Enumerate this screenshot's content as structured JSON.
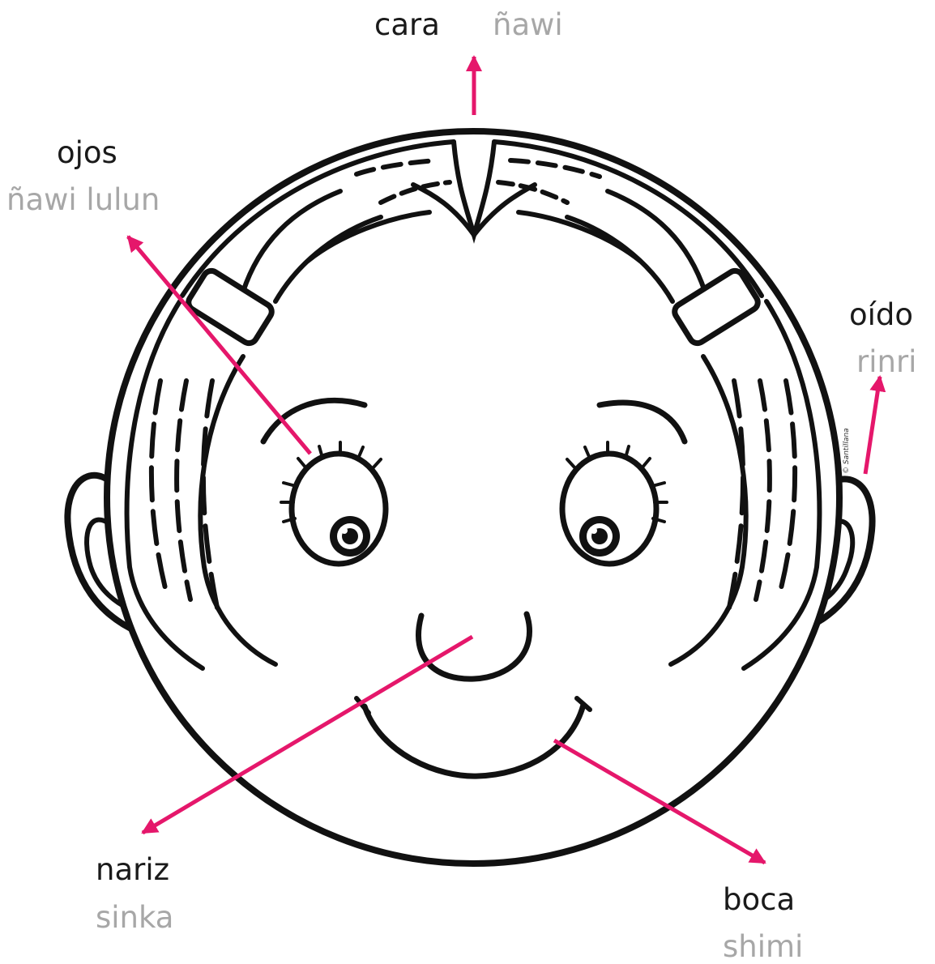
{
  "labels": {
    "cara": {
      "es": "cara",
      "qu": "ñawi"
    },
    "ojos": {
      "es": "ojos",
      "qu": "ñawi lulun"
    },
    "oido": {
      "es": "oído",
      "qu": "rinri"
    },
    "nariz": {
      "es": "nariz",
      "qu": "sinka"
    },
    "boca": {
      "es": "boca",
      "qu": "shimi"
    }
  },
  "copyright": "© Santillana",
  "colors": {
    "arrow": "#e5176b",
    "outline": "#111111",
    "spanish_text": "#1a1a1a",
    "native_text": "#a7a7a7"
  }
}
